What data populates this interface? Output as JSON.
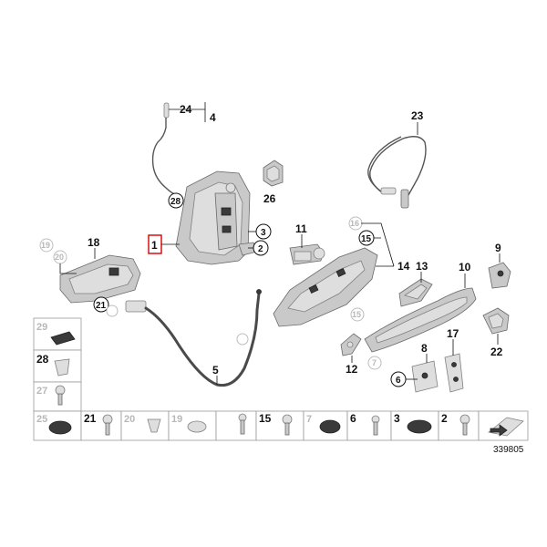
{
  "diagram": {
    "reference_number": "339805",
    "callouts": {
      "c1": "1",
      "c2": "2",
      "c3": "3",
      "c4": "4",
      "c5": "5",
      "c6": "6",
      "c7": "7",
      "c8": "8",
      "c9": "9",
      "c10": "10",
      "c11": "11",
      "c12": "12",
      "c13": "13",
      "c14": "14",
      "c15a": "15",
      "c15b": "15",
      "c16": "16",
      "c17": "17",
      "c18": "18",
      "c19": "19",
      "c20": "20",
      "c21": "21",
      "c22": "22",
      "c23": "23",
      "c24": "24",
      "c25": "25",
      "c26": "26",
      "c27": "27",
      "c28": "28",
      "c29": "29"
    },
    "fastener_table": {
      "left_column": [
        "29",
        "28",
        "27",
        "25"
      ],
      "bottom_row": [
        "21",
        "20",
        "19",
        "15",
        "7",
        "6",
        "3",
        "2"
      ]
    },
    "greyed_numbers": [
      "29",
      "27",
      "25",
      "20",
      "19",
      "7"
    ],
    "highlight_color": "#d40000",
    "part_color": "#c9c9c9"
  }
}
